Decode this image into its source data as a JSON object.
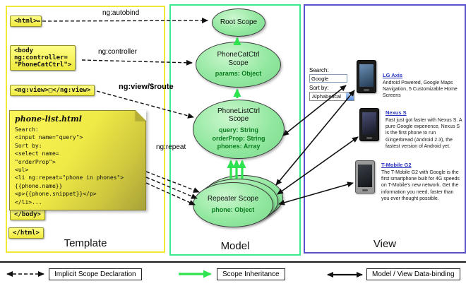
{
  "colors": {
    "template_border": "#f2e832",
    "model_border": "#3be98e",
    "view_border": "#5a52cc",
    "scope_fill": "#93e8a0",
    "scope_prop_text": "#0a7d1f",
    "chip_yellow": "#efe93f",
    "inheritance_green": "#2fe24f",
    "link_blue": "#2733c0"
  },
  "template_panel": {
    "label": "Template",
    "tags": {
      "html_open": "<html>",
      "body_open": "<body\nng:controller=\n\"PhoneCatCtrl\">",
      "ng_view": "<ng:view>□</ng:view>",
      "body_close": "</body>",
      "html_close": "</html>"
    },
    "note": {
      "title": "phone-list.html",
      "lines": [
        "Search:",
        "<input name=\"query\">",
        "Sort by:",
        "<select name=",
        "\"orderProp\">",
        "<ul>",
        "<li ng:repeat=\"phone in phones\">",
        "{{phone.name}}",
        "<p>{{phone.snippet}}</p>",
        "</li>..."
      ]
    }
  },
  "model_panel": {
    "label": "Model",
    "scopes": {
      "root": {
        "name": "Root Scope"
      },
      "phonecat": {
        "name": "PhoneCatCtrl Scope",
        "props": [
          "params: Object"
        ]
      },
      "phonelist": {
        "name": "PhoneListCtrl Scope",
        "props": [
          "query: String",
          "orderProp: String",
          "phones: Array"
        ]
      },
      "repeater": {
        "name": "Repeater Scope",
        "props": [
          "phone: Object"
        ]
      }
    }
  },
  "arrow_labels": {
    "ng_autobind": "ng:autobind",
    "ng_controller": "ng:controller",
    "ng_view_route": "ng:view/$route",
    "ng_repeat": "ng:repeat"
  },
  "view_panel": {
    "label": "View",
    "search_label": "Search:",
    "search_value": "Google",
    "sort_label": "Sort by:",
    "sort_value": "Alphabetical",
    "phones": [
      {
        "name": "LG Axis",
        "desc": "Android Powered, Google Maps Navigation, 5 Customizable Home Screens"
      },
      {
        "name": "Nexus S",
        "desc": "Fast just got faster with Nexus S. A pure Google experience, Nexus S is the first phone to run Gingerbread (Android 2.3), the fastest version of Android yet."
      },
      {
        "name": "T-Mobile G2",
        "desc": "The T-Mobile G2 with Google is the first smartphone built for 4G speeds on T-Mobile's new network. Get the information you need, faster than you ever thought possible."
      }
    ]
  },
  "legend": {
    "implicit": "Implicit Scope Declaration",
    "inheritance": "Scope Inheritance",
    "databinding": "Model / View Data-binding"
  }
}
